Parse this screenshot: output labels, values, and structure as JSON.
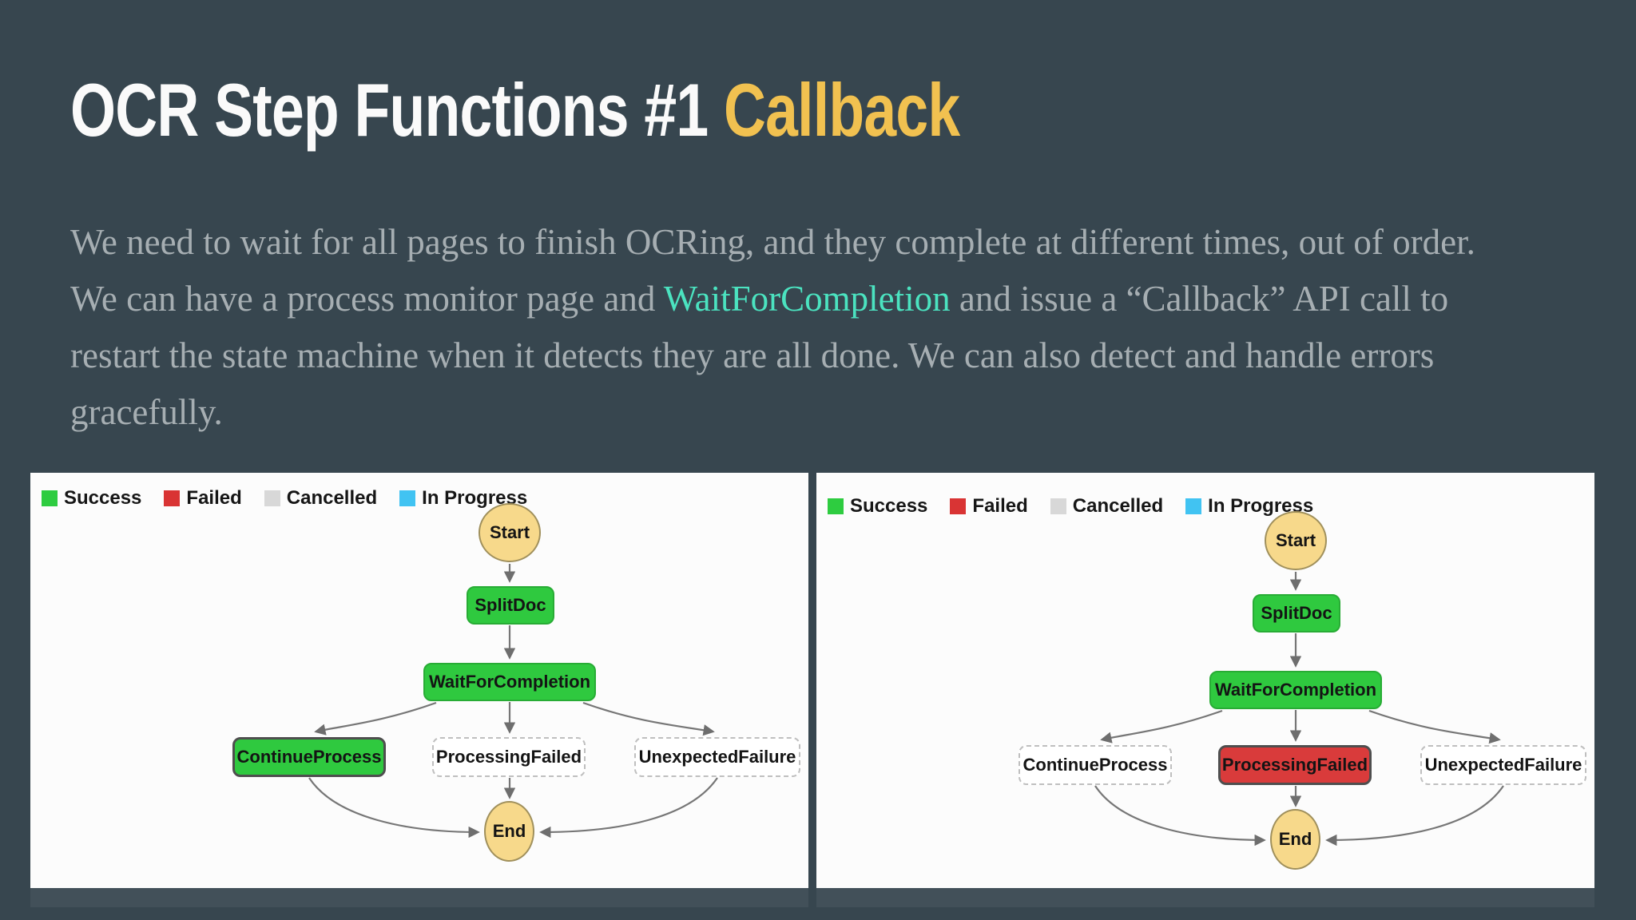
{
  "title": {
    "prefix": "OCR Step Functions #1 ",
    "highlight": "Callback"
  },
  "paragraph": {
    "part1": "We need to wait for all pages to finish OCRing, and they complete at different times, out of order. We can have a process monitor page and ",
    "link": "WaitForCompletion",
    "part2": " and issue a “Callback” API call to restart the state machine when it detects they are all done. We can also detect and handle errors gracefully."
  },
  "legend": {
    "items": [
      {
        "label": "Success",
        "color": "#2ECC40"
      },
      {
        "label": "Failed",
        "color": "#D93434"
      },
      {
        "label": "Cancelled",
        "color": "#D8D8D8"
      },
      {
        "label": "In Progress",
        "color": "#41C3F2"
      }
    ]
  },
  "diagram": {
    "nodes": {
      "start": "Start",
      "split": "SplitDoc",
      "wait": "WaitForCompletion",
      "continueProcess": "ContinueProcess",
      "processingFailed": "ProcessingFailed",
      "unexpectedFailure": "UnexpectedFailure",
      "end": "End"
    },
    "left_panel_state": {
      "highlighted": "ContinueProcess",
      "state": "Success"
    },
    "right_panel_state": {
      "highlighted": "ProcessingFailed",
      "state": "Failed"
    }
  },
  "colors": {
    "background": "#37464F",
    "title_text": "#FAFAFA",
    "title_accent": "#F1C150",
    "paragraph_text": "#A6AEB2",
    "link_teal": "#4BE3C0",
    "success_green": "#2FC93F",
    "failed_red": "#D93B3B",
    "terminal_yellow": "#F7D98B",
    "arrow_gray": "#767676"
  }
}
